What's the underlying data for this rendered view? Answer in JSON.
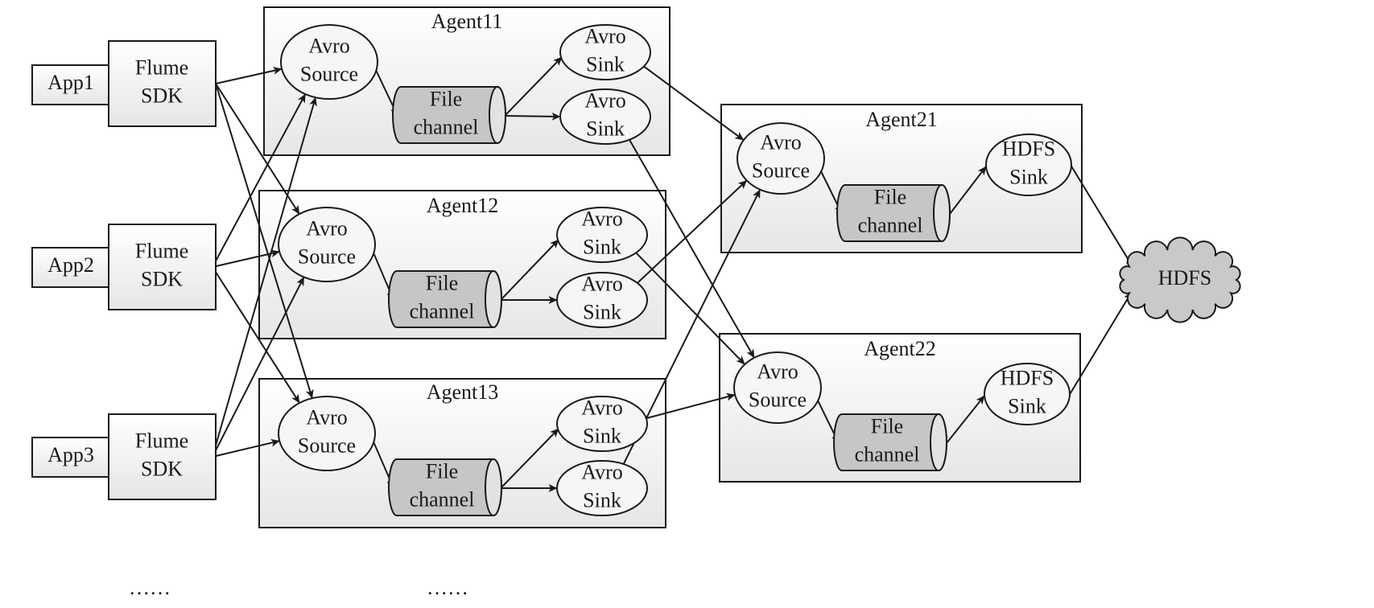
{
  "apps": [
    {
      "app": "App1",
      "sdk": [
        "Flume",
        "SDK"
      ]
    },
    {
      "app": "App2",
      "sdk": [
        "Flume",
        "SDK"
      ]
    },
    {
      "app": "App3",
      "sdk": [
        "Flume",
        "SDK"
      ]
    }
  ],
  "collector_agents": [
    {
      "title": "Agent11",
      "source": [
        "Avro",
        "Source"
      ],
      "channel": [
        "File",
        "channel"
      ],
      "sinks": [
        [
          "Avro",
          "Sink"
        ],
        [
          "Avro",
          "Sink"
        ]
      ]
    },
    {
      "title": "Agent12",
      "source": [
        "Avro",
        "Source"
      ],
      "channel": [
        "File",
        "channel"
      ],
      "sinks": [
        [
          "Avro",
          "Sink"
        ],
        [
          "Avro",
          "Sink"
        ]
      ]
    },
    {
      "title": "Agent13",
      "source": [
        "Avro",
        "Source"
      ],
      "channel": [
        "File",
        "channel"
      ],
      "sinks": [
        [
          "Avro",
          "Sink"
        ],
        [
          "Avro",
          "Sink"
        ]
      ]
    }
  ],
  "storage_agents": [
    {
      "title": "Agent21",
      "source": [
        "Avro",
        "Source"
      ],
      "channel": [
        "File",
        "channel"
      ],
      "sink": [
        "HDFS",
        "Sink"
      ]
    },
    {
      "title": "Agent22",
      "source": [
        "Avro",
        "Source"
      ],
      "channel": [
        "File",
        "channel"
      ],
      "sink": [
        "HDFS",
        "Sink"
      ]
    }
  ],
  "hdfs": "HDFS",
  "ellipsis_left": "……",
  "ellipsis_middle": "……",
  "colors": {
    "stroke": "#1a1a1a",
    "box_gradient_top": "#ffffff",
    "box_gradient_bottom": "#e6e6e6",
    "channel_fill": "#c6c6c6",
    "channel_cap": "#e2e2e2",
    "ellipse_fill": "#f6f6f6",
    "cloud_fill": "#c9c9c9"
  }
}
